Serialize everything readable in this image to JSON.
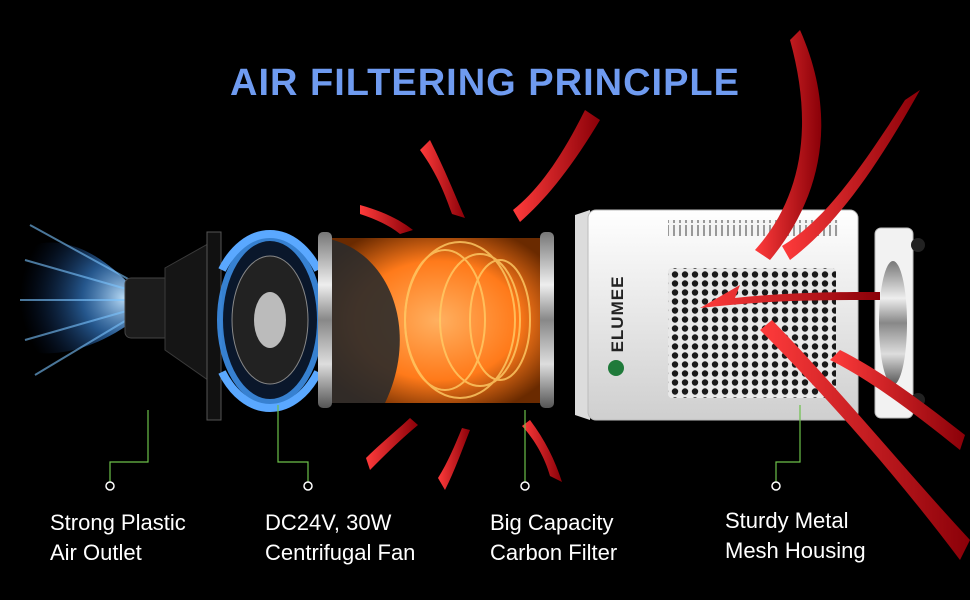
{
  "title": "AIR FILTERING PRINCIPLE",
  "brand": "ELUMEE",
  "labels": [
    {
      "line1": "Strong Plastic",
      "line2": "Air Outlet"
    },
    {
      "line1": "DC24V, 30W",
      "line2": "Centrifugal Fan"
    },
    {
      "line1": "Big Capacity",
      "line2": "Carbon Filter"
    },
    {
      "line1": "Sturdy Metal",
      "line2": "Mesh Housing"
    }
  ],
  "colors": {
    "title": "#6f9bf0",
    "accent_line": "#6cc04a",
    "arrow_red": "#e0101a",
    "airflow_blue": "#3d8fe8",
    "filter_orange": "#ff7a1a",
    "housing": "#f2f2f2"
  },
  "icons": [
    "red-airflow-arrow-icon",
    "blue-airflow-icon",
    "logo-icon"
  ]
}
